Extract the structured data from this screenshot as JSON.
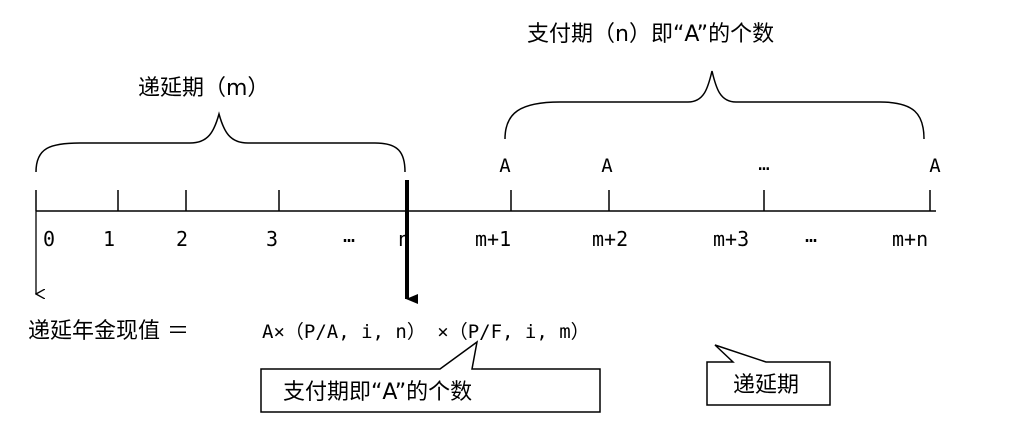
{
  "labels": {
    "deferral_period": "递延期（m）",
    "payment_period": "支付期（n）即“A”的个数"
  },
  "payment_markers": [
    "A",
    "A",
    "…",
    "A"
  ],
  "ticks": [
    "0",
    "1",
    "2",
    "3",
    "…",
    "n",
    "m+1",
    "m+2",
    "m+3",
    "…",
    "m+n"
  ],
  "formula": {
    "prefix": "递延年金现值 ＝",
    "body": "A×（P/A, i, n） ×（P/F, i, m）"
  },
  "callouts": {
    "payment_count": "支付期即“A”的个数",
    "deferral": "递延期"
  }
}
